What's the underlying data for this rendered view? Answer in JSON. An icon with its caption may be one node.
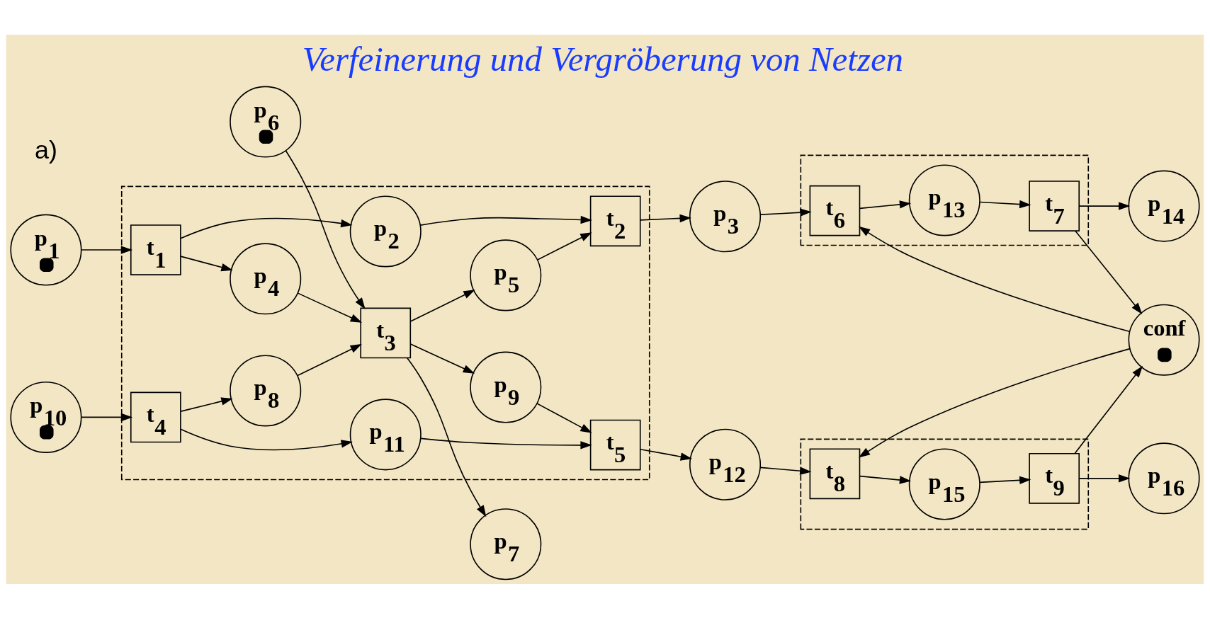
{
  "diagram": {
    "title": "Verfeinerung und Vergröberung von Netzen",
    "nodes": [
      {
        "text": [],
        "shape": "box"
      },
      {
        "text": [
          "p$_{1}$"
        ]
      },
      {
        "text": [
          "t$_{1}$"
        ],
        "in": 0
      },
      {
        "text": [
          "p$_{2}$"
        ],
        "in": 0
      },
      {
        "text": [
          "t$_{2}$"
        ],
        "in": 0
      },
      {
        "text": [
          "p$_{3}$"
        ]
      },
      {
        "text": [],
        "shape": "box"
      },
      {
        "text": [
          "t$_{6}$"
        ],
        "in": 6
      },
      {
        "text": [
          "p$_{13}$"
        ],
        "in": 6
      },
      {
        "text": [
          "t$_{7}$"
        ],
        "in": 6
      },
      {
        "text": [
          "p$_{14}$"
        ]
      },
      {
        "text": [
          "p$_{4}$"
        ],
        "in": 0
      },
      {
        "text": [
          "p$_{5}$"
        ],
        "in": 0
      },
      {
        "text": [
          "p$_{6}$"
        ]
      },
      {
        "text": [
          "t$_{3}$"
        ],
        "in": 0
      },
      {
        "text": [
          "p$_{7}$"
        ]
      },
      {
        "text": [
          "conf"
        ]
      },
      {
        "text": [
          "p$_{8}$"
        ],
        "in": 0
      },
      {
        "text": [
          "p$_{9}$"
        ],
        "in": 0
      },
      {
        "text": [],
        "shape": "box"
      },
      {
        "text": [
          "p$_{10}$"
        ]
      },
      {
        "text": [
          "t$_{4}$"
        ],
        "in": 0
      },
      {
        "text": [
          "p$_{11}$"
        ],
        "in": 0
      },
      {
        "text": [
          "t$_{5}$"
        ],
        "in": 0
      },
      {
        "text": [
          "p$_{12}$"
        ]
      },
      {
        "text": [
          "t$_{8}$"
        ],
        "in": 19
      },
      {
        "text": [
          "p$_{15}$"
        ],
        "in": 19
      },
      {
        "text": [
          "t$_{9}$"
        ],
        "in": 19
      },
      {
        "text": [
          "p$_{16}$"
        ]
      }
    ],
    "edges": [
      {
        "from": 1,
        "to": 2,
        "arrow": "to"
      },
      {
        "from": 2,
        "to": 3,
        "arrow": "to"
      },
      {
        "from": 3,
        "to": 4,
        "arrow": "to"
      },
      {
        "from": 4,
        "to": 5,
        "arrow": "to"
      },
      {
        "from": 5,
        "to": 7,
        "arrow": "to"
      },
      {
        "from": 7,
        "to": 8,
        "arrow": "to"
      },
      {
        "from": 8,
        "to": 9,
        "arrow": "to"
      },
      {
        "from": 9,
        "to": 10,
        "arrow": "to"
      },
      {
        "from": 2,
        "to": 11,
        "arrow": "to"
      },
      {
        "from": 11,
        "to": 14,
        "arrow": "to"
      },
      {
        "from": 14,
        "to": 12,
        "arrow": "to"
      },
      {
        "from": 12,
        "to": 4,
        "arrow": "to"
      },
      {
        "from": 13,
        "to": 14,
        "arrow": "to"
      },
      {
        "from": 14,
        "to": 15,
        "arrow": "to"
      },
      {
        "from": 9,
        "to": 16,
        "arrow": "to"
      },
      {
        "from": 16,
        "to": 7,
        "arrow": "to"
      },
      {
        "from": 14,
        "to": 18,
        "arrow": "to"
      },
      {
        "from": 17,
        "to": 14,
        "arrow": "to"
      },
      {
        "from": 21,
        "to": 17,
        "arrow": "to"
      },
      {
        "from": 20,
        "to": 21,
        "arrow": "to"
      },
      {
        "from": 21,
        "to": 22,
        "arrow": "to"
      },
      {
        "from": 22,
        "to": 23,
        "arrow": "to"
      },
      {
        "from": 18,
        "to": 23,
        "arrow": "to"
      },
      {
        "from": 23,
        "to": 24,
        "arrow": "to"
      },
      {
        "from": 24,
        "to": 25,
        "arrow": "to"
      },
      {
        "from": 25,
        "to": 26,
        "arrow": "to"
      },
      {
        "from": 26,
        "to": 27,
        "arrow": "to"
      },
      {
        "from": 27,
        "to": 28,
        "arrow": "to"
      },
      {
        "from": 16,
        "to": 25,
        "arrow": "to"
      },
      {
        "from": 27,
        "to": 16,
        "arrow": "to"
      }
    ],
    "labels": [
      "a)"
    ]
  }
}
